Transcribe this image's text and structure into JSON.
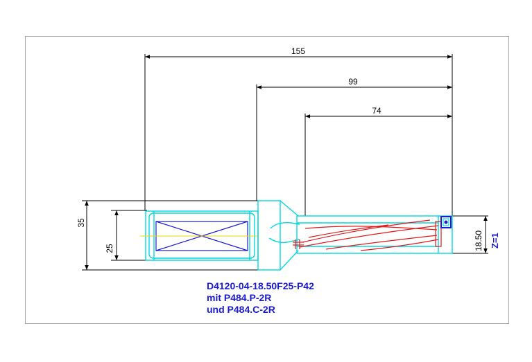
{
  "dimensions": {
    "overall_length": "155",
    "length_from_flange": "99",
    "flute_length": "74",
    "flange_diameter": "35",
    "shank_diameter": "25",
    "drill_diameter": "18.50"
  },
  "teeth_label": "Z=1",
  "caption": {
    "line1": "D4120-04-18.50F25-P42",
    "line2": "mit P484.P-2R",
    "line3": "und P484.C-2R"
  },
  "colors": {
    "outline": "#00d8e0",
    "flutes": "#e01818",
    "hatch": "#1a1ad0",
    "centerline": "#e8d800",
    "text_accent": "#1a1ad0"
  }
}
